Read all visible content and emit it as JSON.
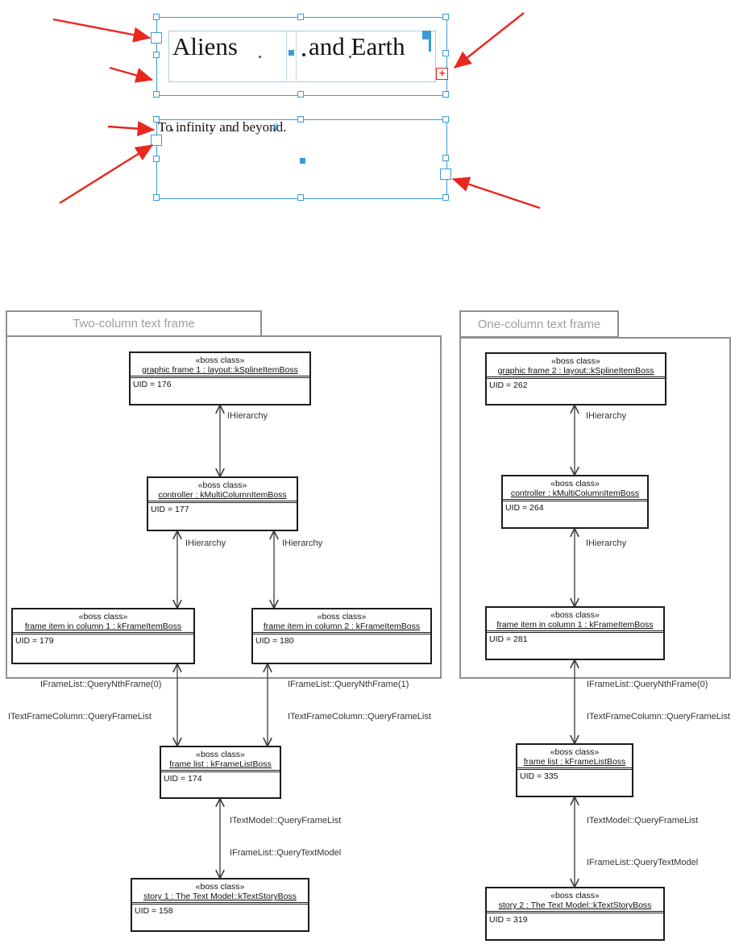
{
  "indesign": {
    "two_column_frame": {
      "column1_text": "Aliens",
      "column2_text": "and Earth",
      "overset_symbol": "+"
    },
    "one_column_frame": {
      "text": "To infinity and beyond.",
      "end_of_story_marker": "#"
    }
  },
  "left_diagram": {
    "title": "Two-column text frame",
    "boxes": [
      {
        "stereotype": "«boss class»",
        "name": "graphic frame 1 : layout::kSplineItemBoss",
        "uid": "UID = 176"
      },
      {
        "stereotype": "«boss class»",
        "name": "controller : kMultiColumnItemBoss",
        "uid": "UID = 177"
      },
      {
        "stereotype": "«boss class»",
        "name": "frame item in column 1 : kFrameItemBoss",
        "uid": "UID = 179"
      },
      {
        "stereotype": "«boss class»",
        "name": "frame item in column 2 : kFrameItemBoss",
        "uid": "UID = 180"
      },
      {
        "stereotype": "«boss class»",
        "name": "frame list : kFrameListBoss",
        "uid": "UID = 174"
      },
      {
        "stereotype": "«boss class»",
        "name": "story 1 : The Text Model::kTextStoryBoss",
        "uid": "UID = 158"
      }
    ],
    "labels": [
      {
        "text": "IHierarchy"
      },
      {
        "text": "IHierarchy"
      },
      {
        "text": "IHierarchy"
      },
      {
        "text": "IFrameList::QueryNthFrame(0)"
      },
      {
        "text": "IFrameList::QueryNthFrame(1)"
      },
      {
        "text": "ITextFrameColumn::QueryFrameList"
      },
      {
        "text": "ITextFrameColumn::QueryFrameList"
      },
      {
        "text": "ITextModel::QueryFrameList"
      },
      {
        "text": "IFrameList::QueryTextModel"
      }
    ]
  },
  "right_diagram": {
    "title": "One-column text frame",
    "boxes": [
      {
        "stereotype": "«boss class»",
        "name": "graphic frame 2 : layout::kSplineItemBoss",
        "uid": "UID = 262"
      },
      {
        "stereotype": "«boss class»",
        "name": "controller : kMultiColumnItemBoss",
        "uid": "UID = 264"
      },
      {
        "stereotype": "«boss class»",
        "name": "frame item in column 1 : kFrameItemBoss",
        "uid": "UID = 281"
      },
      {
        "stereotype": "«boss class»",
        "name": "frame list : kFrameListBoss",
        "uid": "UID = 335"
      },
      {
        "stereotype": "«boss class»",
        "name": "story 2 : The Text Model::kTextStoryBoss",
        "uid": "UID = 319"
      }
    ],
    "labels": [
      {
        "text": "IHierarchy"
      },
      {
        "text": "IHierarchy"
      },
      {
        "text": "IFrameList::QueryNthFrame(0)"
      },
      {
        "text": "ITextFrameColumn::QueryFrameList"
      },
      {
        "text": "ITextModel::QueryFrameList"
      },
      {
        "text": "IFrameList::QueryTextModel"
      }
    ]
  },
  "colors": {
    "selection_blue": "#3d9ad8",
    "inner_frame_blue": "#a9cde9",
    "annotation_red": "#e8281e",
    "container_gray": "#8f8f8f",
    "title_gray": "#9e9e9e",
    "box_border": "#1c1c1c"
  }
}
